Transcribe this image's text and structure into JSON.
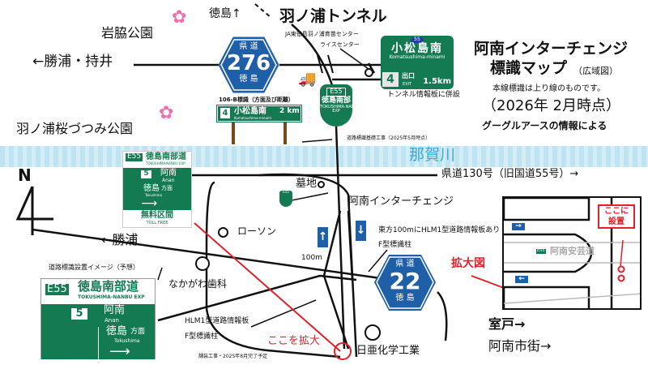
{
  "title": {
    "line1": "阿南インターチェンジ",
    "line2": "標識マップ",
    "scope": "（広域図）",
    "note": "本線標識は上り線のものです。",
    "date": "（2026年 2月時点）",
    "source": "グーグルアースの情報による"
  },
  "places": {
    "iwawaki": "岩脇公園",
    "katsuura_mochii": "←勝浦・持井",
    "tokushima_up": "徳島↑",
    "tunnel": "羽ノ浦トンネル",
    "ja_center": "JA東徳島羽ノ浦育苗センター",
    "rice_center": "ライスセンター",
    "sakura_park": "羽ノ浦桜づつみ公園",
    "river": "那賀川",
    "prefroad130": "県道130号（旧国道55号）→",
    "cemetery": "墓地",
    "anan_ic": "阿南インターチェンジ",
    "katsuura": "←勝浦",
    "lawson": "ローソン",
    "nakagawa_dental": "なかがわ歯科",
    "nichia": "日亜化学工業",
    "muroto": "室戸→",
    "anan_city": "阿南市街→",
    "kakudaizu": "拡大図",
    "kokowo": "ここを拡大"
  },
  "notes": {
    "tunnel_board": "トンネル情報板に併設",
    "sign106b": "106-B標識（方面及び距離）",
    "foundation": "道路標識基礎工事（2025年5月時点）",
    "hlm1_east": "東方100mにHLM1型道路情報板あり",
    "f_pillar1": "F型標識柱",
    "dist100": "100m",
    "hlm1": "HLM1型道路情報板",
    "f_pillar2": "F型標識柱",
    "paving": "舗装工事・2025年8月完了予定",
    "image_title": "道路標識設置イメージ（予想）"
  },
  "hex276": {
    "pref": "県 道",
    "num": "276",
    "name": "徳 島"
  },
  "hex22": {
    "pref": "県 道",
    "num": "22",
    "name": "徳 島"
  },
  "sign_komatsu": {
    "route": "55",
    "name": "小松島南",
    "roman": "Komatsushima-minami",
    "exit_num": "4",
    "exit_jp": "出口",
    "exit_en": "EXIT",
    "dist": "1.5km"
  },
  "sign_e55_small": {
    "code": "E55",
    "name": "徳島南部",
    "roman": "TOKUSHIMA-NANBU",
    "exp": "EXP"
  },
  "sign_106b": {
    "num": "4",
    "name": "小松島南",
    "dist": "2 km",
    "roman": "Komatsushima-minami"
  },
  "sign_mid": {
    "code": "E55",
    "name": "徳島南部道",
    "roman": "TOKUSHIMA-NANBU EXP",
    "num": "5",
    "dest1": "阿南",
    "dest1_en": "Anan",
    "dest2": "徳島",
    "dir": "方面",
    "dest2_en": "Tokushima",
    "toll": "無料区間",
    "toll_en": "TOLL FREE"
  },
  "sign_image": {
    "code": "E55",
    "name": "徳島南部道",
    "roman": "TOKUSHIMA-NANBU EXP",
    "num": "5",
    "dest1": "阿南",
    "dest1_en": "Anan",
    "dest2": "徳島",
    "dir": "方面",
    "dest2_en": "Tokushima"
  },
  "inset": {
    "road": "阿南安芸道",
    "code": "E55",
    "install": "ここに\n設置"
  },
  "compass": {
    "n": "N"
  },
  "colors": {
    "sign_green": "#137a52",
    "sign_blue": "#1f5fa8",
    "red": "#e0202a",
    "river": "#bfe3f0"
  }
}
